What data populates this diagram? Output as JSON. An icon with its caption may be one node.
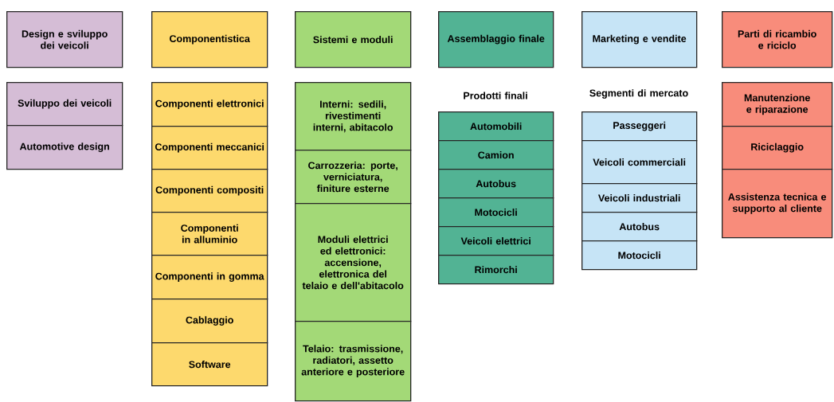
{
  "diagram": {
    "nodes": [
      {
        "text": [
          "Design e sviluppo dei veicoli"
        ]
      },
      {
        "text": [
          "Componentistica"
        ]
      },
      {
        "text": [
          "Sistemi e moduli"
        ]
      },
      {
        "text": [
          "Assemblaggio finale"
        ]
      },
      {
        "text": [
          "Marketing e vendite"
        ]
      },
      {
        "text": [
          "Parti di ricambio e riciclo"
        ]
      },
      {
        "text": [
          "Sviluppo dei veicoli"
        ]
      },
      {
        "text": [
          "Automotive design"
        ]
      },
      {
        "text": [
          "Componenti elettronici"
        ]
      },
      {
        "text": [
          "Componenti meccanici"
        ]
      },
      {
        "text": [
          "Componenti compositi"
        ]
      },
      {
        "text": [
          "Componenti in alluminio"
        ]
      },
      {
        "text": [
          "Componenti in gomma"
        ]
      },
      {
        "text": [
          "Cablaggio"
        ]
      },
      {
        "text": [
          "Software"
        ]
      },
      {
        "text": [
          "Interni: sedili, rivestimenti interni, abitacolo"
        ]
      },
      {
        "text": [
          "Carrozzeria: porte, verniciatura, finiture esterne"
        ]
      },
      {
        "text": [
          "Moduli elettrici ed elettronici: accensione, elettronica del telaio e dell'abitacolo"
        ]
      },
      {
        "text": [
          "Telaio: trasmissione, radiatori, assetto anteriore e posteriore"
        ]
      },
      {
        "text": [
          "Automobili"
        ]
      },
      {
        "text": [
          "Camion"
        ]
      },
      {
        "text": [
          "Autobus"
        ]
      },
      {
        "text": [
          "Motocicli"
        ]
      },
      {
        "text": [
          "Veicoli elettrici"
        ]
      },
      {
        "text": [
          "Rimorchi"
        ]
      },
      {
        "text": [
          "Passeggeri"
        ]
      },
      {
        "text": [
          "Veicoli commerciali"
        ]
      },
      {
        "text": [
          "Veicoli industriali"
        ]
      },
      {
        "text": [
          "Autobus"
        ]
      },
      {
        "text": [
          "Motocicli"
        ]
      },
      {
        "text": [
          "Manutenzione e riparazione"
        ]
      },
      {
        "text": [
          "Riciclaggio"
        ]
      },
      {
        "text": [
          "Assistenza tecnica e supporto al cliente"
        ]
      }
    ],
    "labels": [
      "Prodotti finali",
      "Segmenti di mercato"
    ]
  }
}
